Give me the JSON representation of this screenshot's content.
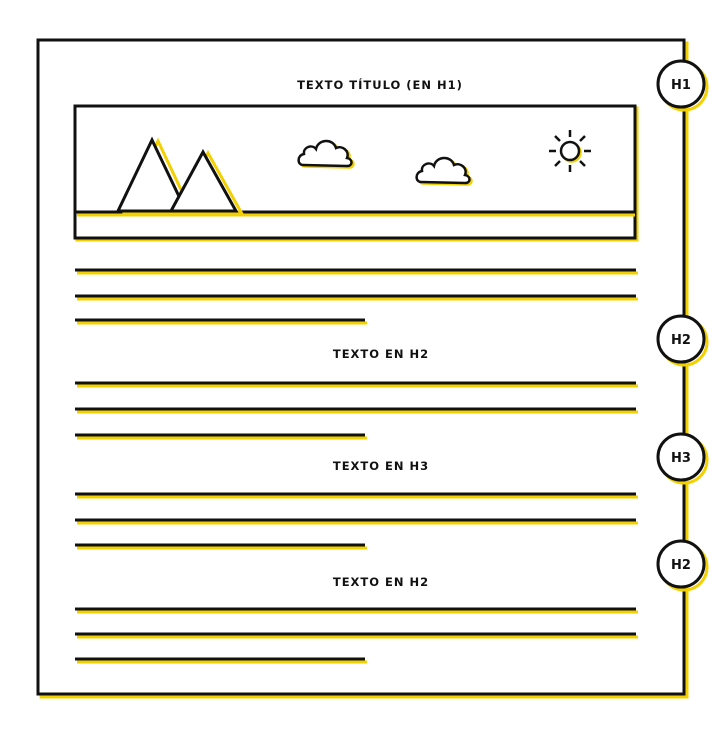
{
  "colors": {
    "ink": "#111111",
    "accent": "#f3d000",
    "paper": "#ffffff"
  },
  "page_title": "TEXTO TÍTULO (EN H1)",
  "sections": [
    {
      "heading": "TEXTO EN H2"
    },
    {
      "heading": "TEXTO EN H3"
    },
    {
      "heading": "TEXTO EN H2"
    }
  ],
  "badges": [
    {
      "label": "H1"
    },
    {
      "label": "H2"
    },
    {
      "label": "H3"
    },
    {
      "label": "H2"
    }
  ],
  "hero_image": {
    "icons": [
      "mountain-icon",
      "mountain-icon",
      "cloud-icon",
      "cloud-icon",
      "sun-icon"
    ]
  }
}
